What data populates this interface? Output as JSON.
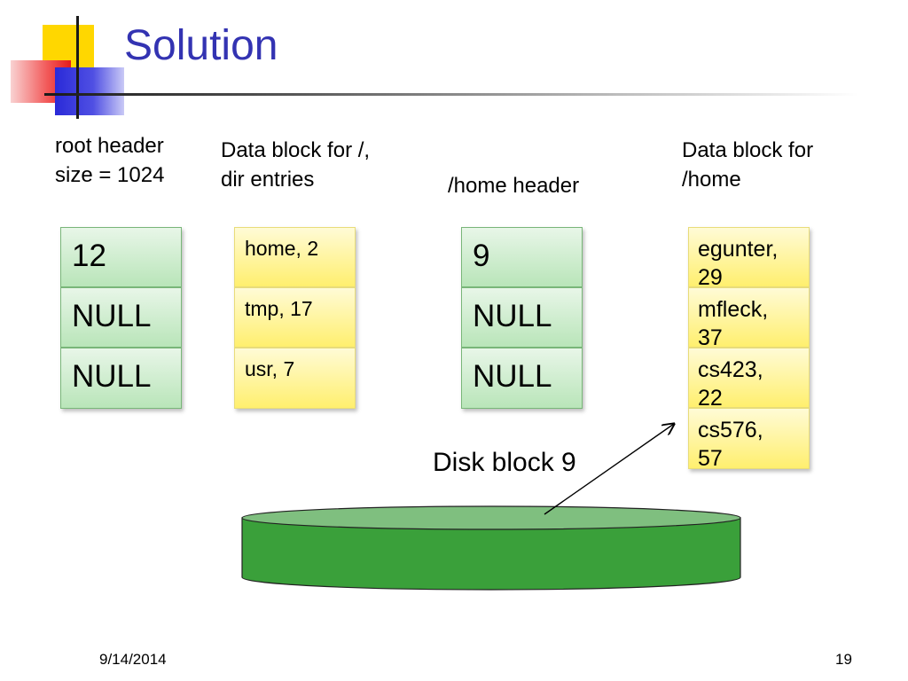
{
  "slide": {
    "title": "Solution",
    "date": "9/14/2014",
    "page_number": "19"
  },
  "labels": {
    "root_header": "root header\nsize = 1024",
    "root_data": "Data block for /,\ndir entries",
    "home_header": "/home header",
    "home_data": "Data block for\n/home",
    "disk_block": "Disk block 9"
  },
  "root_header_cells": [
    "12",
    "NULL",
    "NULL"
  ],
  "root_data_cells": [
    "home, 2",
    "tmp, 17",
    "usr, 7"
  ],
  "home_header_cells": [
    "9",
    "NULL",
    "NULL"
  ],
  "home_data_cells": [
    "egunter,\n29",
    "mfleck,\n37",
    "cs423,\n22",
    "cs576,\n57"
  ],
  "colors": {
    "title": "#3333b2",
    "header_cell": "#c6eac6",
    "data_cell": "#fff27e",
    "disk": "#3aa03a"
  }
}
